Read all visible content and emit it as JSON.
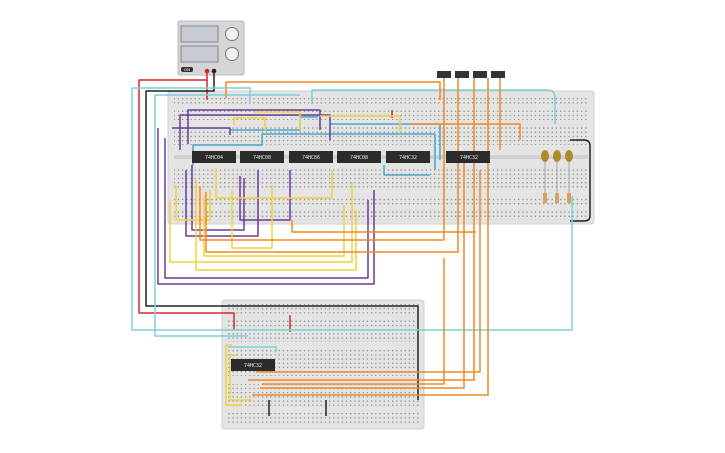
{
  "power_supply": {
    "label": "ON",
    "icon": "power-supply-icon"
  },
  "chips": [
    {
      "id": "chip-1",
      "label": "74HC04"
    },
    {
      "id": "chip-2",
      "label": "74HC08"
    },
    {
      "id": "chip-3",
      "label": "74HC86"
    },
    {
      "id": "chip-4",
      "label": "74HC08"
    },
    {
      "id": "chip-5",
      "label": "74HC32"
    },
    {
      "id": "chip-6",
      "label": "74HC32"
    },
    {
      "id": "chip-7",
      "label": "74HC32"
    }
  ],
  "colors": {
    "purple": "#6a3d9a",
    "yellow": "#f2d23a",
    "orange": "#f08a24",
    "teal": "#4aa7c9",
    "cyan": "#7fd0d8",
    "red": "#d62828",
    "black": "#222222",
    "breadboard": "#e4e4e4",
    "chip": "#2b2b2b"
  }
}
